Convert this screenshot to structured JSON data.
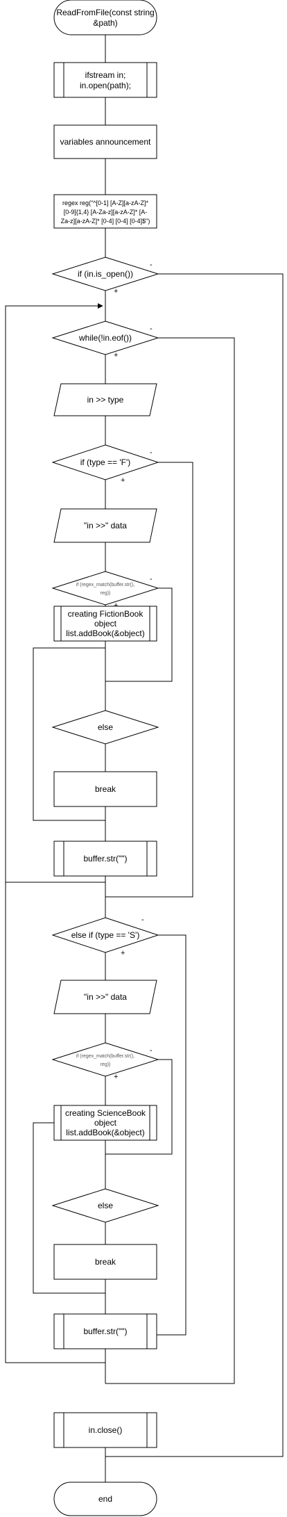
{
  "nodes": {
    "start": {
      "line1": "ReadFromFile(const string",
      "line2": "&path)"
    },
    "ifstream": {
      "line1": "ifstream in;",
      "line2": "in.open(path);"
    },
    "vars": {
      "label": "variables announcement"
    },
    "regex": {
      "line1": "regex reg(\"^[0-1] [A-Z][a-zA-Z]*",
      "line2": "[0-9]{1,4} [A-Za-z][a-zA-Z]* [A-",
      "line3": "Za-z][a-zA-Z]* [0-4] [0-4] [0-4]$\")"
    },
    "if_open": {
      "label": "if (in.is_open())"
    },
    "while_eof": {
      "label": "while(!in.eof())"
    },
    "read_type": {
      "label": "in >> type"
    },
    "if_f": {
      "label": "if (type  == 'F')"
    },
    "read_data_f": {
      "label": "\"in >>\" data"
    },
    "match_f": {
      "line1": "if (regex_match(buffer.str(),",
      "line2": "reg))"
    },
    "create_fiction": {
      "line1": "creating FictionBook",
      "line2": "object",
      "line3": "list.addBook(&object)"
    },
    "else_f": {
      "label": "else"
    },
    "break_f": {
      "label": "break"
    },
    "buffer_f": {
      "label": "buffer.str(\"\")"
    },
    "if_s": {
      "label": "else if (type  == 'S')"
    },
    "read_data_s": {
      "label": "\"in >>\" data"
    },
    "match_s": {
      "line1": "if (regex_match(buffer.str(),",
      "line2": "reg))"
    },
    "create_science": {
      "line1": "creating ScienceBook",
      "line2": "object",
      "line3": "list.addBook(&object)"
    },
    "else_s": {
      "label": "else"
    },
    "break_s": {
      "label": "break"
    },
    "buffer_s": {
      "label": "buffer.str(\"\")"
    },
    "close": {
      "label": "in.close()"
    },
    "end": {
      "label": "end"
    }
  },
  "signs": {
    "yes": "+",
    "no": "-"
  }
}
